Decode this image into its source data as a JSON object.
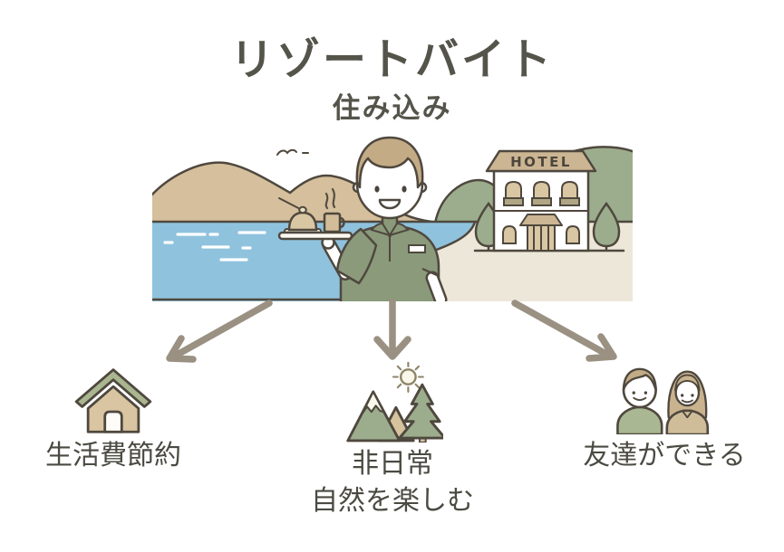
{
  "header": {
    "title": "リゾートバイト",
    "subtitle": "住み込み"
  },
  "scene": {
    "name": "resort-live-in-illustration",
    "hotel_sign": "HOTEL",
    "elements": [
      "tan-mountains",
      "lake",
      "bird",
      "hotel-staff-with-tray",
      "cloche",
      "steaming-cup",
      "hotel-building",
      "trees",
      "green-hills",
      "shore"
    ]
  },
  "benefits": [
    {
      "id": "save-living-costs",
      "icon": "house-icon",
      "lines": [
        "生活費節約"
      ]
    },
    {
      "id": "extraordinary-nature",
      "icon": "mountains-sun-icon",
      "lines": [
        "非日常",
        "自然を楽しむ"
      ]
    },
    {
      "id": "make-friends",
      "icon": "friends-icon",
      "lines": [
        "友達ができる"
      ]
    }
  ],
  "colors": {
    "outline": "#4f483e",
    "text": "#55544b",
    "arrow": "#9a9183",
    "mountain_tan": "#d5bf9c",
    "hill_green": "#9cad8d",
    "lake_blue": "#8fc2dd",
    "ground_cream": "#ece7d9",
    "shirt_green": "#8a9a7b",
    "hair_tan": "#c3ab86",
    "roof_tan": "#cbb593"
  }
}
